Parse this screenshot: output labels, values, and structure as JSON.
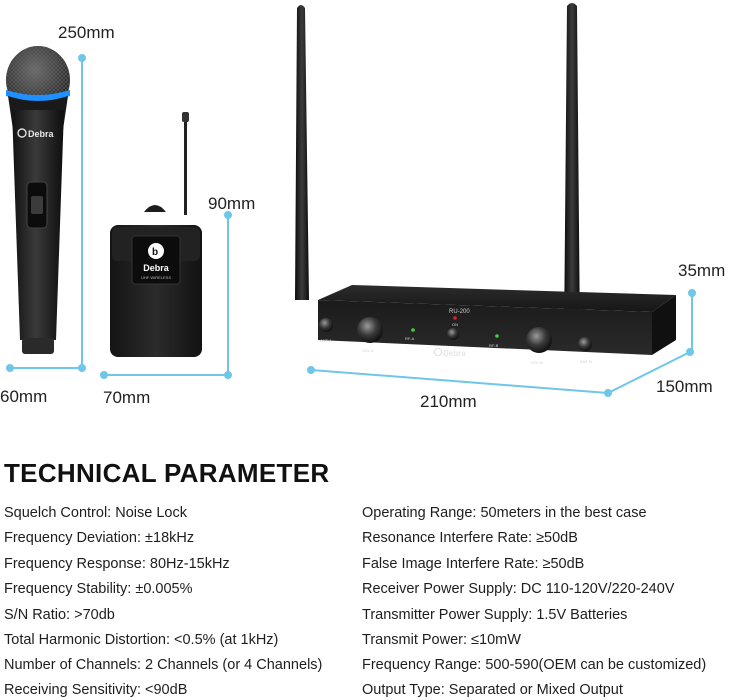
{
  "dimensions": {
    "mic_height": "250mm",
    "mic_width": "60mm",
    "bodypack_height": "90mm",
    "bodypack_width": "70mm",
    "receiver_height": "35mm",
    "receiver_width": "210mm",
    "receiver_depth": "150mm"
  },
  "product_labels": {
    "brand": "Debra",
    "bodypack_brand": "Debra",
    "bodypack_sub": "UHF WIRELESS",
    "receiver_model": "RU-200",
    "receiver_brand": "Debra",
    "ant_a": "ANT A",
    "vol_a": "VOL A",
    "rf_a": "RF-A",
    "on": "ON",
    "rf_b": "RF-B",
    "vol_b": "VOL B",
    "ant_b": "ANT B"
  },
  "colors": {
    "dimension_line": "#6ec6e8",
    "mic_ring": "#1e90ff",
    "device_black": "#1c1c1c"
  },
  "section_title": "TECHNICAL PARAMETER",
  "specs_left": [
    "Squelch Control: Noise Lock",
    "Frequency Deviation: ±18kHz",
    "Frequency Response: 80Hz-15kHz",
    "Frequency Stability: ±0.005%",
    "S/N Ratio: >70db",
    "Total Harmonic Distortion: <0.5% (at 1kHz)",
    "Number of Channels: 2 Channels (or 4 Channels)",
    "Receiving Sensitivity: <90dB"
  ],
  "specs_right": [
    "Operating Range: 50meters in the best case",
    "Resonance Interfere Rate: ≥50dB",
    "False Image Interfere Rate: ≥50dB",
    "Receiver Power Supply: DC 110-120V/220-240V",
    "Transmitter Power Supply: 1.5V Batteries",
    "Transmit Power: ≤10mW",
    "Frequency Range: 500-590(OEM can be customized)",
    "Output Type: Separated or Mixed Output"
  ]
}
